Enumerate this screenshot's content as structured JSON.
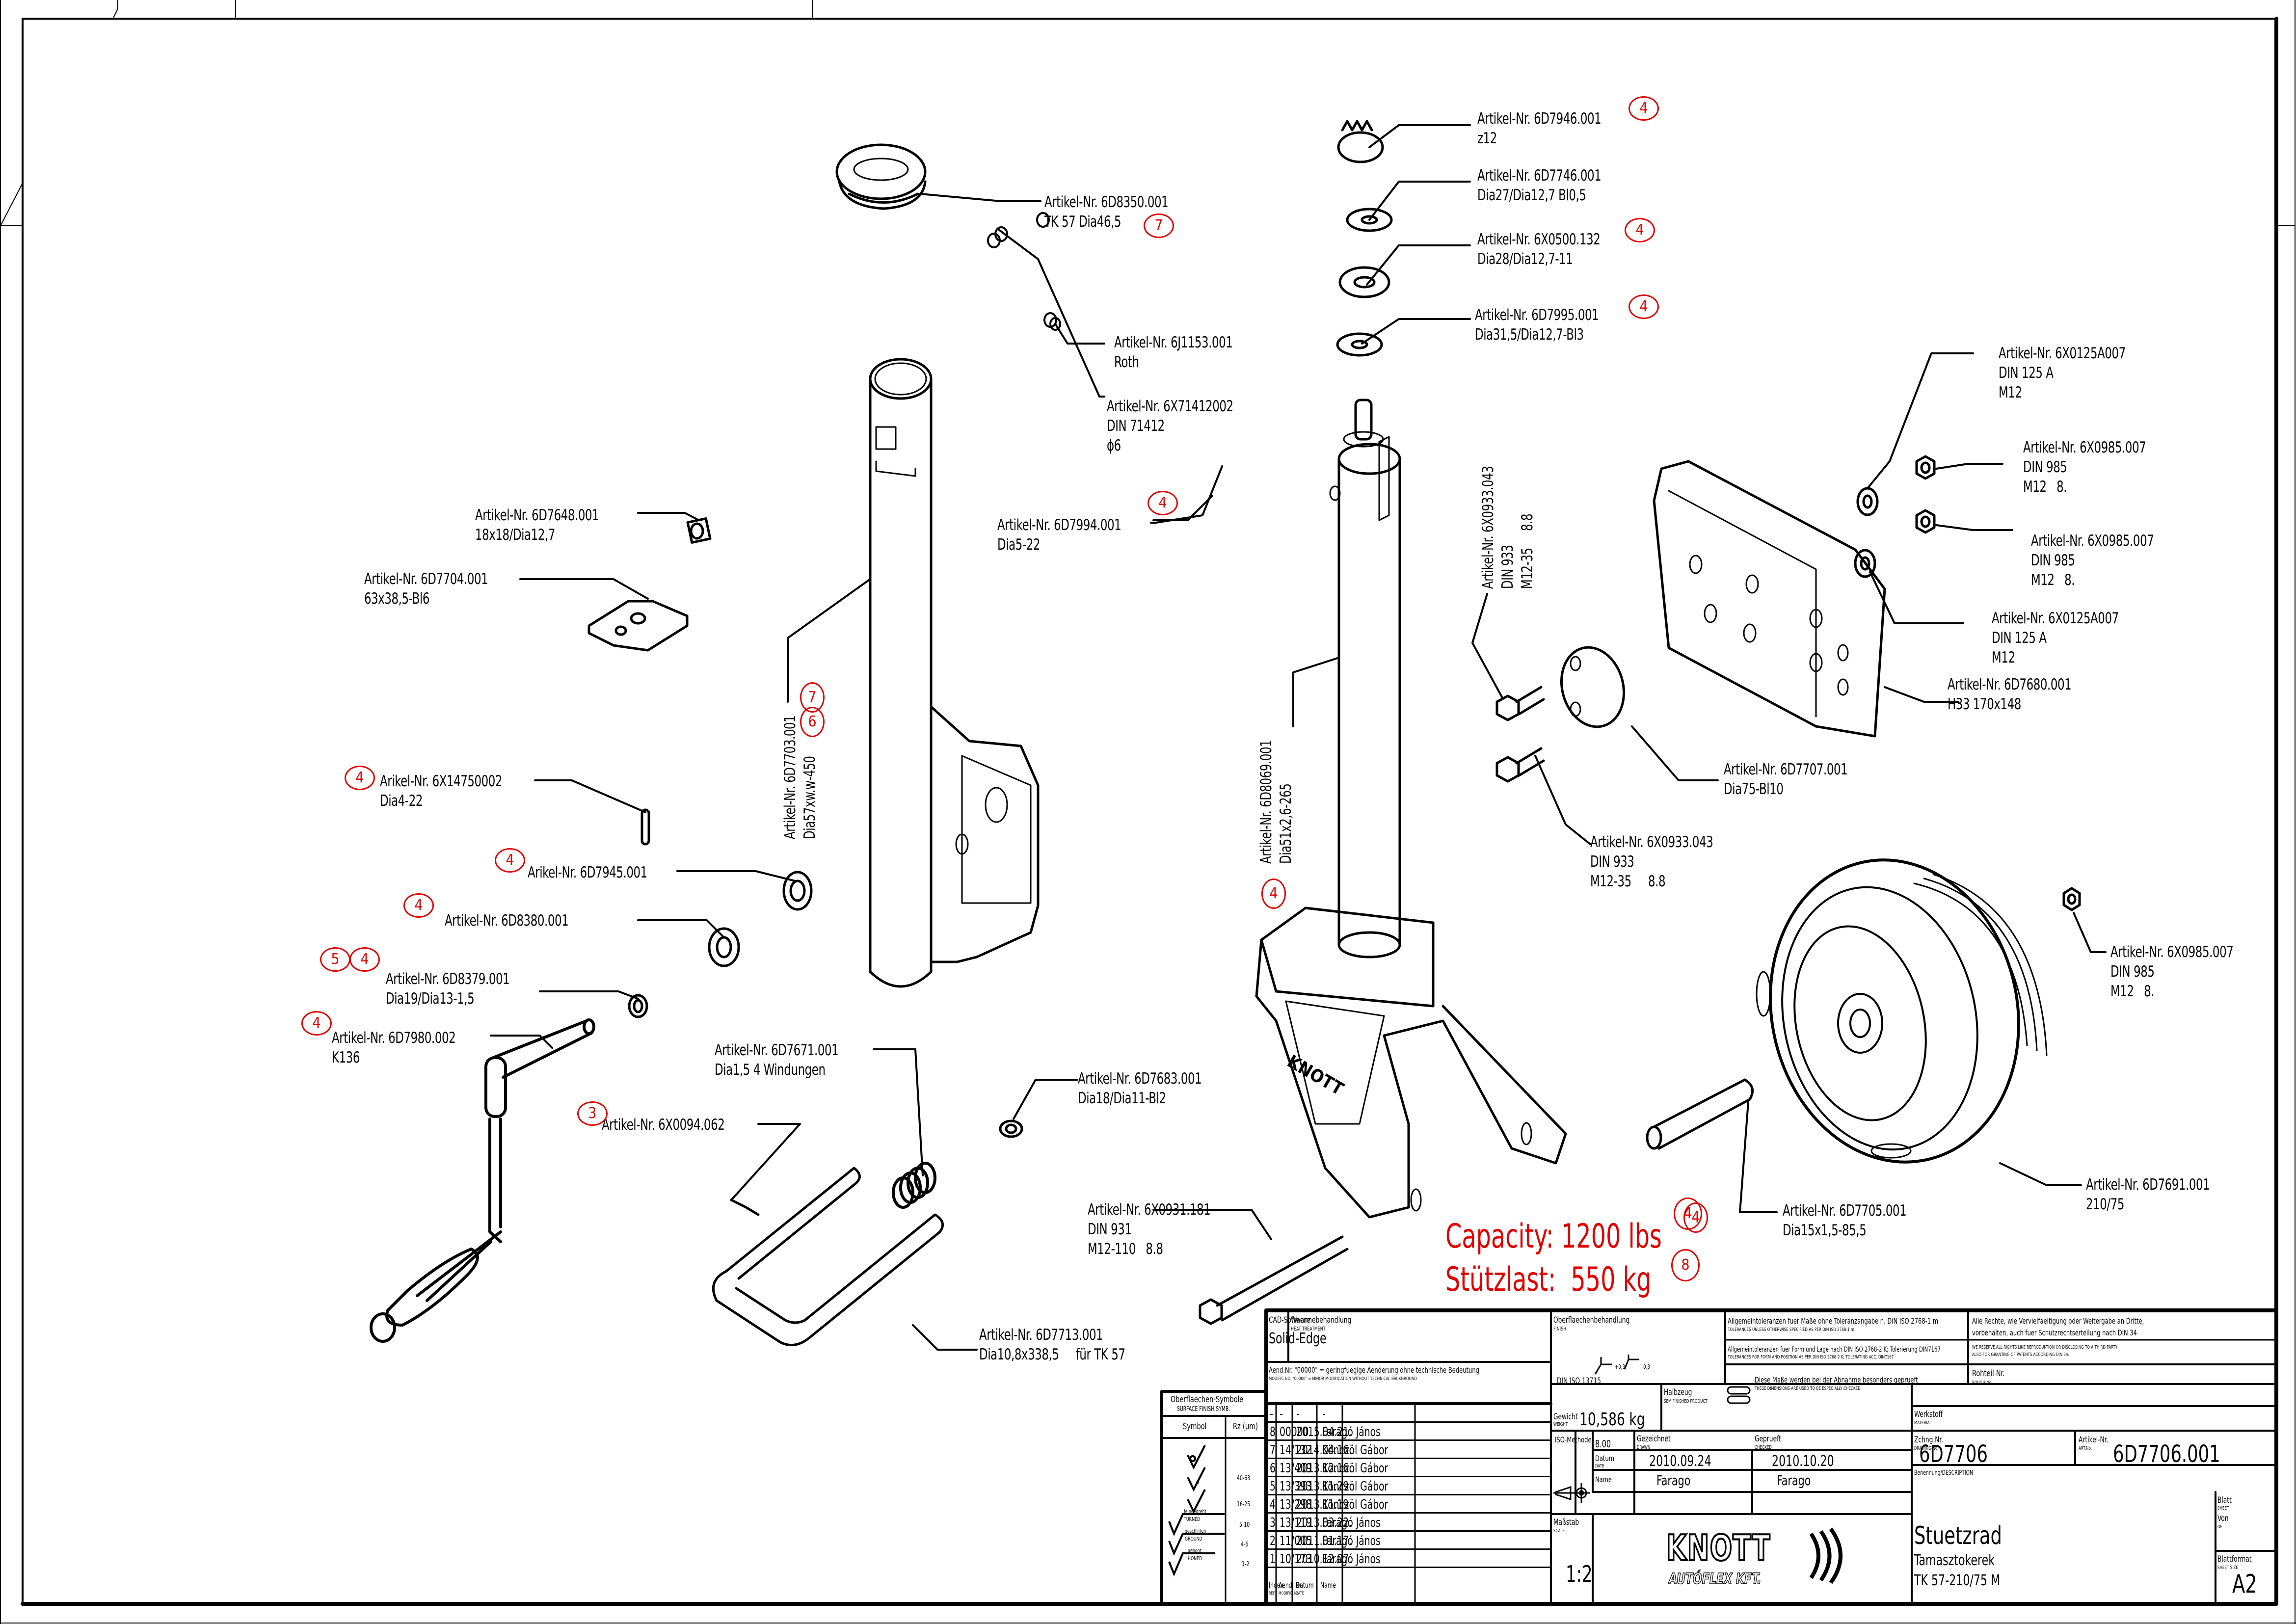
{
  "drawing": {
    "type": "exploded assembly drawing",
    "part_labels": [
      {
        "id": "p1",
        "art": "Artikel-Nr. 6D7946.001",
        "spec": [
          "z12"
        ],
        "qty_badges": [
          "4"
        ]
      },
      {
        "id": "p2",
        "art": "Artikel-Nr. 6D7746.001",
        "spec": [
          "Dia27/Dia12,7 Bl0,5"
        ],
        "qty_badges": []
      },
      {
        "id": "p3",
        "art": "Artikel-Nr. 6X0500.132",
        "spec": [
          "Dia28/Dia12,7-11"
        ],
        "qty_badges": [
          "4"
        ]
      },
      {
        "id": "p4",
        "art": "Artikel-Nr. 6D7995.001",
        "spec": [
          "Dia31,5/Dia12,7-Bl3"
        ],
        "qty_badges": [
          "4"
        ]
      },
      {
        "id": "p5",
        "art": "Artikel-Nr. 6D8350.001",
        "spec": [
          "TK 57 Dia46,5"
        ],
        "qty_badges": [
          "7"
        ]
      },
      {
        "id": "p6",
        "art": "Artikel-Nr. 6J1153.001",
        "spec": [
          "Roth"
        ],
        "qty_badges": []
      },
      {
        "id": "p7",
        "art": "Artikel-Nr. 6X71412002",
        "spec": [
          "DIN 71412",
          "ϕ6"
        ],
        "qty_badges": []
      },
      {
        "id": "p8",
        "art": "Artikel-Nr. 6D7994.001",
        "spec": [
          "Dia5-22"
        ],
        "qty_badges": [
          "4"
        ]
      },
      {
        "id": "p9",
        "art": "Artikel-Nr. 6D7648.001",
        "spec": [
          "18x18/Dia12,7"
        ],
        "qty_badges": []
      },
      {
        "id": "p10",
        "art": "Artikel-Nr. 6D7704.001",
        "spec": [
          "63x38,5-Bl6"
        ],
        "qty_badges": []
      },
      {
        "id": "p11",
        "art": "Artikel-Nr. 6D7703.001",
        "spec": [
          "Dia57xw.w-450"
        ],
        "qty_badges": [
          "6",
          "7"
        ],
        "vertical": true
      },
      {
        "id": "p12",
        "art": "Artikel-Nr. 6D8069.001",
        "spec": [
          "Dia51x2,6-265"
        ],
        "qty_badges": [
          "4"
        ],
        "vertical": true
      },
      {
        "id": "p13",
        "art": "Artikel-Nr. 6X0933.043",
        "spec": [
          "DIN 933",
          "M12-35     8.8"
        ],
        "qty_badges": [],
        "vertical": true
      },
      {
        "id": "p14",
        "art": "Artikel-Nr. 6X0125A007",
        "spec": [
          "DIN 125 A",
          "M12"
        ],
        "qty_badges": []
      },
      {
        "id": "p15",
        "art": "Artikel-Nr. 6X0985.007",
        "spec": [
          "DIN 985",
          "M12   8."
        ],
        "qty_badges": []
      },
      {
        "id": "p16",
        "art": "Artikel-Nr. 6X0985.007",
        "spec": [
          "DIN 985",
          "M12   8."
        ],
        "qty_badges": []
      },
      {
        "id": "p17",
        "art": "Artikel-Nr. 6X0125A007",
        "spec": [
          "DIN 125 A",
          "M12"
        ],
        "qty_badges": []
      },
      {
        "id": "p18",
        "art": "Artikel-Nr. 6D7680.001",
        "spec": [
          "H33 170x148"
        ],
        "qty_badges": []
      },
      {
        "id": "p19",
        "art": "Artikel-Nr. 6D7707.001",
        "spec": [
          "Dia75-Bl10"
        ],
        "qty_badges": []
      },
      {
        "id": "p20",
        "art": "Artikel-Nr. 6X0933.043",
        "spec": [
          "DIN 933",
          "M12-35     8.8"
        ],
        "qty_badges": []
      },
      {
        "id": "p21",
        "art": "Arikel-Nr. 6X14750002",
        "spec": [
          "Dia4-22"
        ],
        "qty_badges": [
          "4"
        ]
      },
      {
        "id": "p22",
        "art": "Arikel-Nr. 6D7945.001",
        "spec": [],
        "qty_badges": [
          "4"
        ]
      },
      {
        "id": "p23",
        "art": "Artikel-Nr. 6D8380.001",
        "spec": [],
        "qty_badges": [
          "4"
        ]
      },
      {
        "id": "p24",
        "art": "Artikel-Nr. 6D8379.001",
        "spec": [
          "Dia19/Dia13-1,5"
        ],
        "qty_badges": [
          "5",
          "4"
        ]
      },
      {
        "id": "p25",
        "art": "Artikel-Nr. 6D7980.002",
        "spec": [
          "K136"
        ],
        "qty_badges": [
          "4"
        ]
      },
      {
        "id": "p26",
        "art": "Artikel-Nr. 6D7671.001",
        "spec": [
          "Dia1,5 4 Windungen"
        ],
        "qty_badges": []
      },
      {
        "id": "p27",
        "art": "Artikel-Nr. 6X0094.062",
        "spec": [],
        "qty_badges": [
          "3"
        ]
      },
      {
        "id": "p28",
        "art": "Artikel-Nr. 6D7683.001",
        "spec": [
          "Dia18/Dia11-Bl2"
        ],
        "qty_badges": []
      },
      {
        "id": "p29",
        "art": "Artikel-Nr. 6X0985.007",
        "spec": [
          "DIN 985",
          "M12   8."
        ],
        "qty_badges": []
      },
      {
        "id": "p30",
        "art": "Artikel-Nr. 6X0931.181",
        "spec": [
          "DIN 931",
          "M12-110   8.8"
        ],
        "qty_badges": []
      },
      {
        "id": "p31",
        "art": "Artikel-Nr. 6D7705.001",
        "spec": [
          "Dia15x1,5-85,5"
        ],
        "qty_badges": [
          "4"
        ]
      },
      {
        "id": "p32",
        "art": "Artikel-Nr. 6D7691.001",
        "spec": [
          "210/75"
        ],
        "qty_badges": []
      },
      {
        "id": "p33",
        "art": "Artikel-Nr. 6D7713.001",
        "spec": [
          "Dia10,8x338,5     für TK 57"
        ],
        "qty_badges": []
      }
    ],
    "capacity": {
      "line1": "Capacity: 1200 lbs",
      "line1_badge": "4",
      "line2": "Stützlast:  550 kg",
      "line2_badge": "8"
    },
    "accent_color": "#e00000"
  },
  "surface_symbols": {
    "title": "Oberflaechen-Symbole",
    "title_en": "SURFACE FINISH SYMB.",
    "col_symbol": "Symbol",
    "col_rz": "Rz (µm)",
    "rows": [
      {
        "symbol": "raw",
        "rz": ""
      },
      {
        "symbol": "w",
        "rz": "40-63"
      },
      {
        "symbol": "x",
        "rz": "16-25"
      },
      {
        "symbol": "y",
        "label": "feingedreht",
        "label_en": "TURNED",
        "rz": "5-10"
      },
      {
        "symbol": "y",
        "label": "geschliffen",
        "label_en": "GROUND",
        "rz": "4-6"
      },
      {
        "symbol": "y",
        "label": "gehont",
        "label_en": "HONED",
        "rz": "1-2"
      }
    ]
  },
  "title_block": {
    "cad_label": "CAD-Software",
    "cad_value": "Solid-Edge",
    "heat_label": "Waermebehandlung",
    "heat_label_en": "HEAT TREATMENT",
    "finish_label": "Oberflaechenbehandlung",
    "finish_label_en": "FINISH",
    "tol1": "Allgemeintoleranzen fuer Maße ohne Toleranzangabe n. DIN ISO 2768-1 m",
    "tol1_en": "TOLERANCES UNLESS OTHERWISE SPECIFIED AS PER DIN ISO 2768-1 m",
    "tol2": "Allgemeintoleranzen fuer Form und Lage nach DIN ISO 2768-2 K; Tolerierung DIN7167",
    "tol2_en": "TOLERANCES FOR FORM AND POSITION AS PER DIN ISO 2768-2 K; TOLERATING ACC. DIN7167",
    "rights": "Alle Rechte, wie Vervielfaeltigung oder Weitergabe an Dritte,\nvorbehalten, auch fuer Schutzrechtserteilung nach DIN 34",
    "rights_en": "WE RESERVE ALL RIGHTS LIKE REPRODUKTION OR DISCLOSING TO A THIRD PARTY\nALSO FOR GRANTING OF PATENTS ACCORDING DIN 34.",
    "mod_note": "Aend.Nr. \"00000\" = geringfuegige Aenderung ohne technische Bedeutung",
    "mod_note_en": "MODIFIC.NO. \"00000\" = MINOR MODIFICATION WITHOUT TECHNICAL BACKGROUND",
    "din_iso": "DIN ISO 13715",
    "edge_plus": "+0,3",
    "edge_minus": "-0,3",
    "checked_note": "Diese Maße werden bei der Abnahme besonders geprueft",
    "checked_note_en": "THESE DIMENSIONS ARE USED TO BE ESPECIALLY CHECKED",
    "rough_label": "Rohteil Nr.",
    "rough_label_en": "ROUGH-No.",
    "weight_label": "Gewicht",
    "weight_label_en": "WEIGHT",
    "weight_value": "10,586 kg",
    "semi_label": "Halbzeug",
    "semi_label_en": "SEMIFINISHED PRODUCT",
    "material_label": "Werkstoff",
    "material_label_en": "MATERIAL",
    "iso_method": "ISO-Methode",
    "version": "8.00",
    "drawn_label": "Gezeichnet",
    "drawn_label_en": "DRAWN",
    "checked_label": "Geprueft",
    "checked_label_en": "CHECKED",
    "date_label": "Datum",
    "date_label_en": "DATE",
    "drawn_date": "2010.09.24",
    "checked_date": "2010.10.20",
    "name_label": "Name",
    "drawn_name": "Farago",
    "checked_name": "Farago",
    "drawing_no_label": "Zchng.Nr.",
    "drawing_no_label_en": "DRAWING-No.",
    "drawing_no": "6D7706",
    "art_no_label": "Artikel-Nr.",
    "art_no_label_en": "ART.No.",
    "art_no": "6D7706.001",
    "scale_label": "Maßstab",
    "scale_label_en": "SCALE",
    "scale": "1:2",
    "logo_main": "KNOTT",
    "logo_sub": "AUTÓFLEX KFT.",
    "desc_label": "Benennung/DESCRIPTION",
    "desc_title": "Stuetzrad",
    "desc_sub1": "Tamasztokerek",
    "desc_sub2": "TK 57-210/75 M",
    "sheet_label": "Blatt",
    "sheet_label_en": "SHEET",
    "of_label": "Von",
    "of_label_en": "OF",
    "format_label": "Blattformat",
    "format_label_en": "SHEET SIZE",
    "format": "A2",
    "revision_header": {
      "index": "Index.",
      "index_en": "REF.",
      "mod": "Aend. Nr.",
      "mod_en": "MODIFIC. No",
      "date": "Datum",
      "date_en": "DATE",
      "name": "Name"
    },
    "revisions": [
      {
        "index": "-",
        "mod": "-",
        "date": "-",
        "name": "-"
      },
      {
        "index": "8",
        "mod": "00000",
        "date": "2015.04.21.",
        "name": "Faragó János"
      },
      {
        "index": "7",
        "mod": "14/132",
        "date": "2014.04.16",
        "name": "Könczöl Gábor"
      },
      {
        "index": "6",
        "mod": "13/409",
        "date": "2013.12.16",
        "name": "Könczöl Gábor"
      },
      {
        "index": "5",
        "mod": "13/393",
        "date": "2013.11.29",
        "name": "Könczöl Gábor"
      },
      {
        "index": "4",
        "mod": "13/298",
        "date": "2013.11.19",
        "name": "Könczöl Gábor"
      },
      {
        "index": "3",
        "mod": "13/119",
        "date": "2013.03.22.",
        "name": "Faragó János"
      },
      {
        "index": "2",
        "mod": "11/005",
        "date": "2011.01.17.",
        "name": "Faragó János"
      },
      {
        "index": "1",
        "mod": "10/173",
        "date": "2010.12.07.",
        "name": "Faragó János"
      }
    ]
  }
}
